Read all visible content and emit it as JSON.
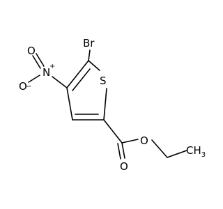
{
  "molecule": {
    "atoms": {
      "bromine": "Br",
      "sulfur": "S",
      "nitro_nitrogen": "N",
      "nitro_nitrogen_charge": "+",
      "nitro_oxygen_single": "O",
      "nitro_oxygen_single_charge": "−",
      "nitro_oxygen_double": "O",
      "carbonyl_oxygen": "O",
      "ester_oxygen": "O",
      "methyl": "CH",
      "methyl_subscript": "3"
    }
  }
}
